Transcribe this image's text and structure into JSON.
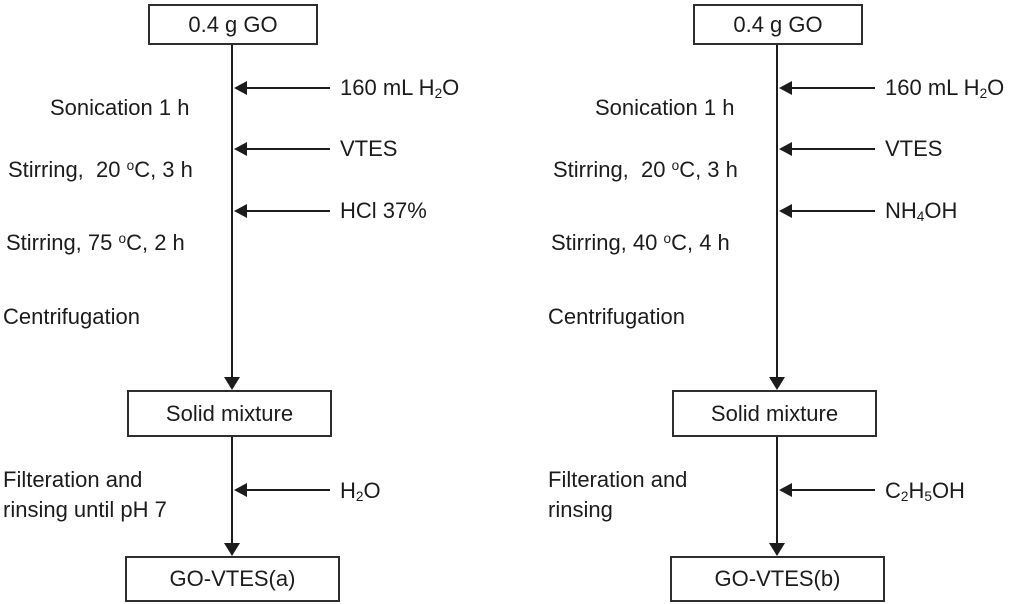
{
  "flowchart": {
    "left": {
      "start_box": "0.4 g GO",
      "steps": [
        {
          "parts": [
            {
              "t": "Sonication 1 h"
            }
          ]
        },
        {
          "parts": [
            {
              "t": "Stirring,  20 "
            },
            {
              "t": "o",
              "s": "sup"
            },
            {
              "t": "C, 3 h"
            }
          ]
        },
        {
          "parts": [
            {
              "t": "Stirring, 75 "
            },
            {
              "t": "o",
              "s": "sup"
            },
            {
              "t": "C, 2 h"
            }
          ]
        },
        {
          "parts": [
            {
              "t": "Centrifugation"
            }
          ]
        }
      ],
      "reagents": [
        {
          "parts": [
            {
              "t": "160 mL H"
            },
            {
              "t": "2",
              "s": "sub"
            },
            {
              "t": "O"
            }
          ]
        },
        {
          "parts": [
            {
              "t": "VTES"
            }
          ]
        },
        {
          "parts": [
            {
              "t": "HCl 37%"
            }
          ]
        }
      ],
      "mid_box": "Solid mixture",
      "filter_lines": [
        "Filteration and",
        "rinsing until pH 7"
      ],
      "wash_reagent": {
        "parts": [
          {
            "t": "H"
          },
          {
            "t": "2",
            "s": "sub"
          },
          {
            "t": "O"
          }
        ]
      },
      "end_box": "GO-VTES(a)"
    },
    "right": {
      "start_box": "0.4 g GO",
      "steps": [
        {
          "parts": [
            {
              "t": "Sonication 1 h"
            }
          ]
        },
        {
          "parts": [
            {
              "t": "Stirring,  20 "
            },
            {
              "t": "o",
              "s": "sup"
            },
            {
              "t": "C, 3 h"
            }
          ]
        },
        {
          "parts": [
            {
              "t": "Stirring, 40 "
            },
            {
              "t": "o",
              "s": "sup"
            },
            {
              "t": "C, 4 h"
            }
          ]
        },
        {
          "parts": [
            {
              "t": "Centrifugation"
            }
          ]
        }
      ],
      "reagents": [
        {
          "parts": [
            {
              "t": "160 mL H"
            },
            {
              "t": "2",
              "s": "sub"
            },
            {
              "t": "O"
            }
          ]
        },
        {
          "parts": [
            {
              "t": "VTES"
            }
          ]
        },
        {
          "parts": [
            {
              "t": "NH"
            },
            {
              "t": "4",
              "s": "sub"
            },
            {
              "t": "OH"
            }
          ]
        }
      ],
      "mid_box": "Solid mixture",
      "filter_lines": [
        "Filteration and",
        "rinsing"
      ],
      "wash_reagent": {
        "parts": [
          {
            "t": "C"
          },
          {
            "t": "2",
            "s": "sub"
          },
          {
            "t": "H"
          },
          {
            "t": "5",
            "s": "sub"
          },
          {
            "t": "OH"
          }
        ]
      },
      "end_box": "GO-VTES(b)"
    }
  }
}
